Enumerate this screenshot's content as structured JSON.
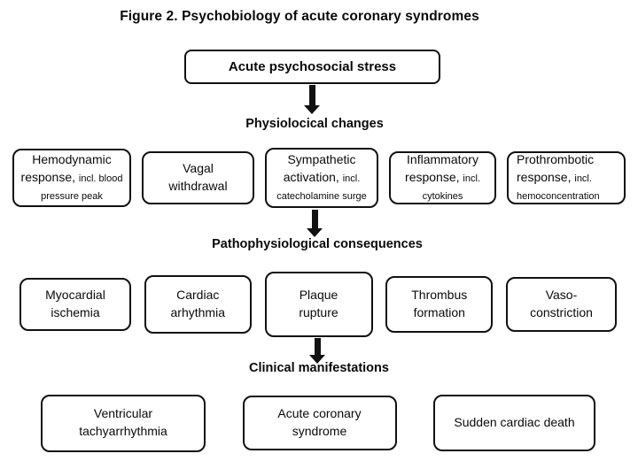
{
  "figure": {
    "title": "Figure 2. Psychobiology of acute coronary syndromes",
    "colors": {
      "text": "#0a0a0a",
      "border": "#111111",
      "background": "#ffffff"
    }
  },
  "root": {
    "label": "Acute psychosocial stress"
  },
  "sections": {
    "physiological": {
      "heading": "Physiolocical changes",
      "boxes": [
        {
          "main": "Hemodynamic response,",
          "note": "incl. blood pressure peak"
        },
        {
          "main": "Vagal\nwithdrawal",
          "note": ""
        },
        {
          "main": "Sympathetic activation,",
          "note": "incl. catecholamine surge"
        },
        {
          "main": "Inflammatory response,",
          "note": "incl. cytokines"
        },
        {
          "main": "Prothrombotic response,",
          "note": "incl. hemoconcentration"
        }
      ]
    },
    "pathophysiological": {
      "heading": "Pathophysiological consequences",
      "boxes": [
        {
          "main": "Myocardial\nischemia"
        },
        {
          "main": "Cardiac\narhythmia"
        },
        {
          "main": "Plaque\nrupture"
        },
        {
          "main": "Thrombus\nformation"
        },
        {
          "main": "Vaso-\nconstriction"
        }
      ]
    },
    "clinical": {
      "heading": "Clinical manifestations",
      "boxes": [
        {
          "main": "Ventricular\ntachyarrhythmia"
        },
        {
          "main": "Acute coronary\nsyndrome"
        },
        {
          "main": "Sudden cardiac death"
        }
      ]
    }
  }
}
